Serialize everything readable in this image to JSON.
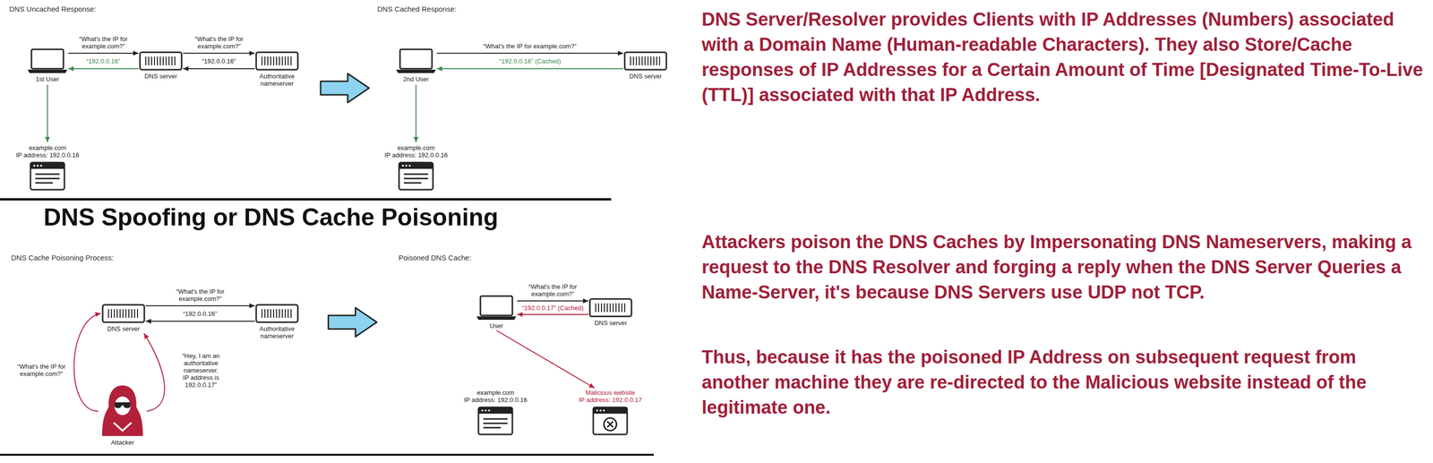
{
  "diagram": {
    "title": "DNS Spoofing or DNS Cache Poisoning",
    "nodes": [
      {
        "text": [
          "1st User"
        ]
      },
      {
        "text": [
          "DNS server"
        ]
      },
      {
        "text": [
          "Authoritative nameserver"
        ]
      },
      {
        "text": [
          "example.com",
          "IP address: 192.0.0.16"
        ]
      },
      {
        "text": [
          "2nd User"
        ]
      },
      {
        "text": [
          "DNS server"
        ]
      },
      {
        "text": [
          "example.com",
          "IP address: 192.0.0.16"
        ]
      },
      {
        "text": [
          "DNS server"
        ]
      },
      {
        "text": [
          "Authoritative nameserver"
        ]
      },
      {
        "text": [
          "Attacker"
        ]
      },
      {
        "text": [
          "User"
        ]
      },
      {
        "text": [
          "DNS server"
        ]
      },
      {
        "text": [
          "example.com",
          "IP address: 192.0.0.16"
        ]
      },
      {
        "text": [
          "Malicious website",
          "IP address: 192.0.0.17"
        ]
      }
    ],
    "edges": [
      {
        "from": 0,
        "to": 1,
        "label": "“What's the IP for example.com?”",
        "arrow": "to"
      },
      {
        "from": 1,
        "to": 2,
        "label": "“What's the IP for example.com?”",
        "arrow": "to"
      },
      {
        "from": 2,
        "to": 1,
        "label": "“192.0.0.16”",
        "arrow": "to"
      },
      {
        "from": 1,
        "to": 0,
        "label": "“192.0.0.16”",
        "arrow": "to"
      },
      {
        "from": 0,
        "to": 3,
        "arrow": "to"
      },
      {
        "from": 4,
        "to": 5,
        "label": "“What's the IP for example.com?”",
        "arrow": "to"
      },
      {
        "from": 5,
        "to": 4,
        "label": "“192.0.0.16” (Cached)",
        "arrow": "to"
      },
      {
        "from": 4,
        "to": 6,
        "arrow": "to"
      },
      {
        "from": 7,
        "to": 8,
        "label": "“What's the IP for example.com?”",
        "arrow": "to"
      },
      {
        "from": 8,
        "to": 7,
        "label": "“192.0.0.16”",
        "arrow": "to"
      },
      {
        "from": 9,
        "to": 7,
        "label": "“What's the IP for example.com?”",
        "arrow": "to"
      },
      {
        "from": 9,
        "to": 7,
        "label": "“Hey, I am an authoritative nameserver. IP address is 192.0.0.17”",
        "arrow": "to"
      },
      {
        "from": 10,
        "to": 11,
        "label": "“What's the IP for example.com?”",
        "arrow": "to"
      },
      {
        "from": 11,
        "to": 10,
        "label": "“192.0.0.17” (Cached)",
        "arrow": "to"
      },
      {
        "from": 10,
        "to": 13,
        "arrow": "to"
      }
    ],
    "labels": [
      "DNS Uncached Response:",
      "DNS Cached Response:",
      "DNS Server/Resolver provides Clients with IP Addresses (Numbers) associated with a Domain Name (Human-readable Characters). They also Store/Cache responses of IP Addresses for a Certain Amount of Time [Designated Time-To-Live (TTL)] associated with that IP Address.",
      "DNS Cache Poisoning Process:",
      "Poisoned DNS Cache:",
      "Attackers poison the DNS Caches by Impersonating DNS Nameservers, making a request to the DNS Resolver and forging a reply when the DNS Server Queries a Name-Server, it's because DNS Servers use UDP not TCP.",
      "Thus, because it has the poisoned IP Address on subsequent request from another machine they are re-directed to the Malicious website instead of the legitimate one."
    ]
  }
}
